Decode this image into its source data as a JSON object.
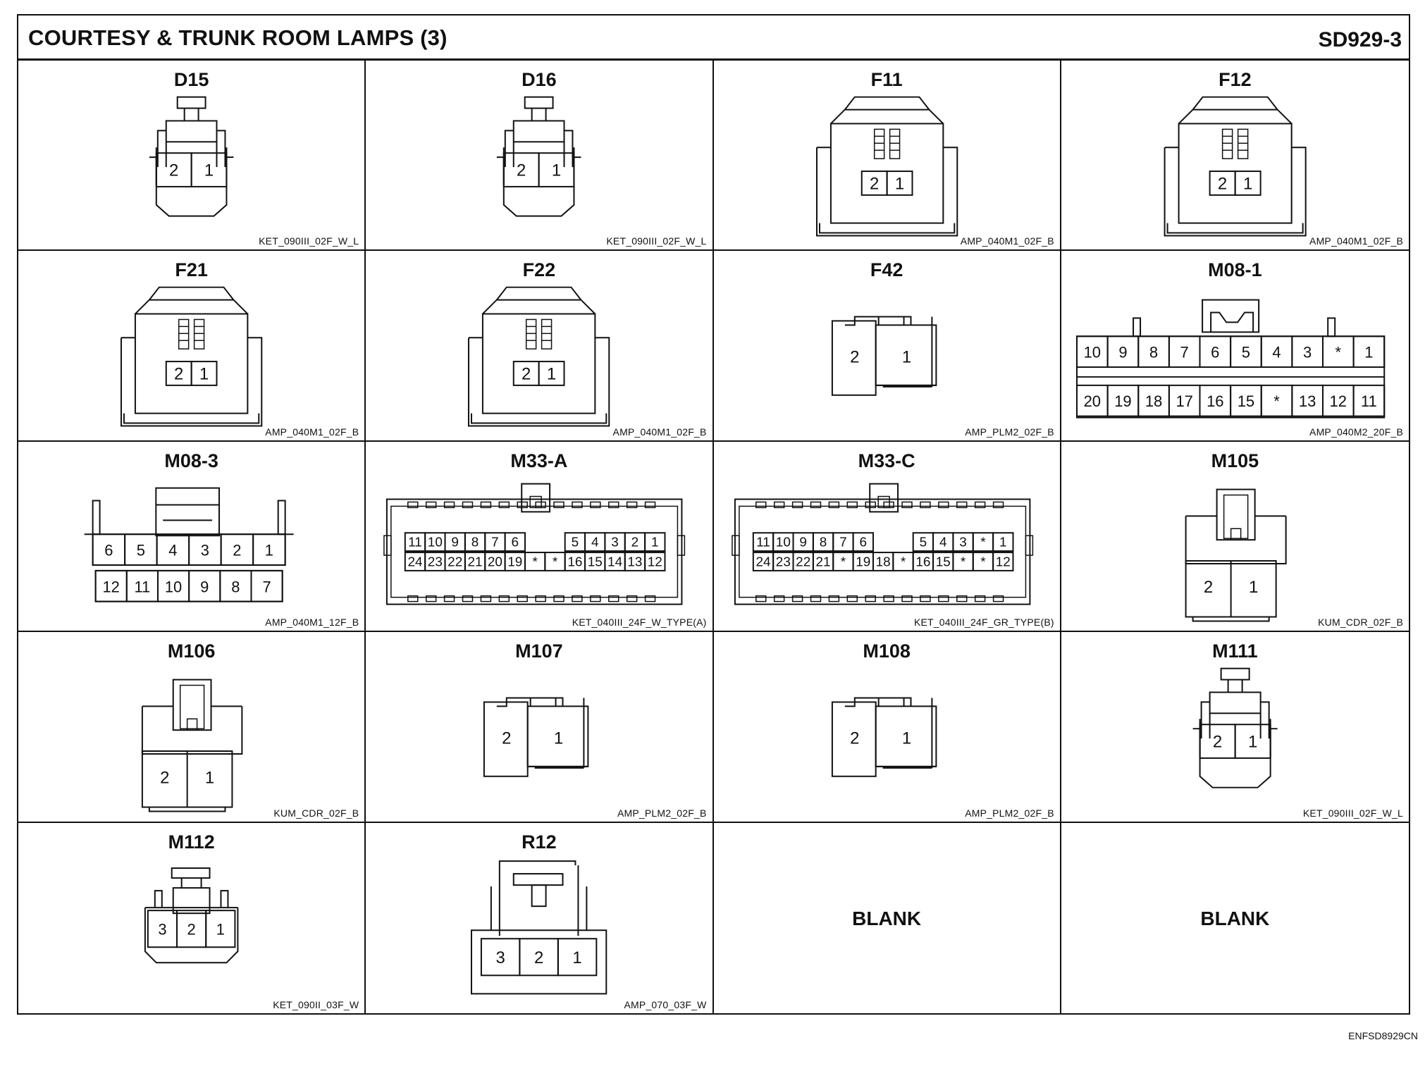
{
  "header": {
    "title": "COURTESY & TRUNK ROOM LAMPS (3)",
    "sheet": "SD929-3"
  },
  "footer_code": "ENFSD8929CN",
  "connectors": [
    {
      "name": "D15",
      "type": "KET_090III_02F_W_L",
      "style": "ket2",
      "pins": [
        [
          "2",
          "1"
        ]
      ]
    },
    {
      "name": "D16",
      "type": "KET_090III_02F_W_L",
      "style": "ket2",
      "pins": [
        [
          "2",
          "1"
        ]
      ]
    },
    {
      "name": "F11",
      "type": "AMP_040M1_02F_B",
      "style": "amp2",
      "pins": [
        [
          "2",
          "1"
        ]
      ]
    },
    {
      "name": "F12",
      "type": "AMP_040M1_02F_B",
      "style": "amp2",
      "pins": [
        [
          "2",
          "1"
        ]
      ]
    },
    {
      "name": "F21",
      "type": "AMP_040M1_02F_B",
      "style": "amp2",
      "pins": [
        [
          "2",
          "1"
        ]
      ]
    },
    {
      "name": "F22",
      "type": "AMP_040M1_02F_B",
      "style": "amp2",
      "pins": [
        [
          "2",
          "1"
        ]
      ]
    },
    {
      "name": "F42",
      "type": "AMP_PLM2_02F_B",
      "style": "plm2",
      "pins": [
        [
          "2",
          "1"
        ]
      ]
    },
    {
      "name": "M08-1",
      "type": "AMP_040M2_20F_B",
      "style": "amp20",
      "pins": [
        [
          "10",
          "9",
          "8",
          "7",
          "6",
          "5",
          "4",
          "3",
          "*",
          "1"
        ],
        [
          "20",
          "19",
          "18",
          "17",
          "16",
          "15",
          "*",
          "13",
          "12",
          "11"
        ]
      ]
    },
    {
      "name": "M08-3",
      "type": "AMP_040M1_12F_B",
      "style": "amp12",
      "pins": [
        [
          "6",
          "5",
          "4",
          "3",
          "2",
          "1"
        ],
        [
          "12",
          "11",
          "10",
          "9",
          "8",
          "7"
        ]
      ]
    },
    {
      "name": "M33-A",
      "type": "KET_040III_24F_W_TYPE(A)",
      "style": "ket24",
      "pins": [
        [
          "11",
          "10",
          "9",
          "8",
          "7",
          "6",
          "",
          "",
          "5",
          "4",
          "3",
          "2",
          "1"
        ],
        [
          "24",
          "23",
          "22",
          "21",
          "20",
          "19",
          "*",
          "*",
          "16",
          "15",
          "14",
          "13",
          "12"
        ]
      ]
    },
    {
      "name": "M33-C",
      "type": "KET_040III_24F_GR_TYPE(B)",
      "style": "ket24",
      "pins": [
        [
          "11",
          "10",
          "9",
          "8",
          "7",
          "6",
          "",
          "",
          "5",
          "4",
          "3",
          "*",
          "1"
        ],
        [
          "24",
          "23",
          "22",
          "21",
          "*",
          "19",
          "18",
          "*",
          "16",
          "15",
          "*",
          "*",
          "12"
        ]
      ]
    },
    {
      "name": "M105",
      "type": "KUM_CDR_02F_B",
      "style": "kum2",
      "pins": [
        [
          "2",
          "1"
        ]
      ]
    },
    {
      "name": "M106",
      "type": "KUM_CDR_02F_B",
      "style": "kum2",
      "pins": [
        [
          "2",
          "1"
        ]
      ]
    },
    {
      "name": "M107",
      "type": "AMP_PLM2_02F_B",
      "style": "plm2",
      "pins": [
        [
          "2",
          "1"
        ]
      ]
    },
    {
      "name": "M108",
      "type": "AMP_PLM2_02F_B",
      "style": "plm2",
      "pins": [
        [
          "2",
          "1"
        ]
      ]
    },
    {
      "name": "M111",
      "type": "KET_090III_02F_W_L",
      "style": "ket2",
      "pins": [
        [
          "2",
          "1"
        ]
      ]
    },
    {
      "name": "M112",
      "type": "KET_090II_03F_W",
      "style": "ket3",
      "pins": [
        [
          "3",
          "2",
          "1"
        ]
      ]
    },
    {
      "name": "R12",
      "type": "AMP_070_03F_W",
      "style": "amp3",
      "pins": [
        [
          "3",
          "2",
          "1"
        ]
      ]
    },
    {
      "blank": true,
      "label": "BLANK"
    },
    {
      "blank": true,
      "label": "BLANK"
    }
  ]
}
